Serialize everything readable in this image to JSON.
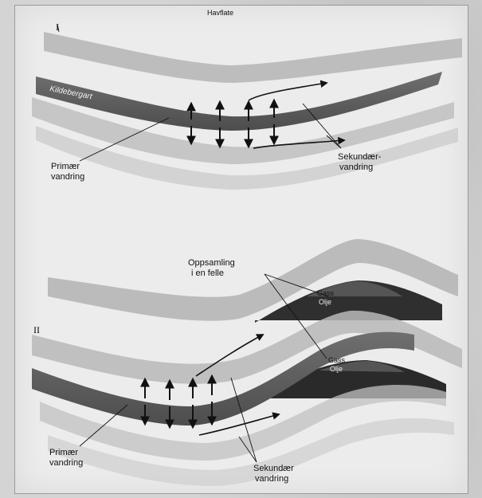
{
  "panel_one": {
    "numeral": "I",
    "sea_surface_label": "Havflate",
    "source_rock_label": "Kildebergart",
    "primary_label_line1": "Primær",
    "primary_label_line2": "vandring",
    "secondary_label_line1": "Sekundær-",
    "secondary_label_line2": "vandring"
  },
  "panel_two": {
    "numeral": "II",
    "trap_label_line1": "Oppsamling",
    "trap_label_line2": "i en felle",
    "gas_label_upper": "Gass",
    "oil_label_upper": "Olje",
    "gas_label_lower": "Gass",
    "oil_label_lower": "Olje",
    "primary_label_line1": "Primær",
    "primary_label_line2": "vandring",
    "secondary_label_line1": "Sekundær",
    "secondary_label_line2": "vandring"
  }
}
